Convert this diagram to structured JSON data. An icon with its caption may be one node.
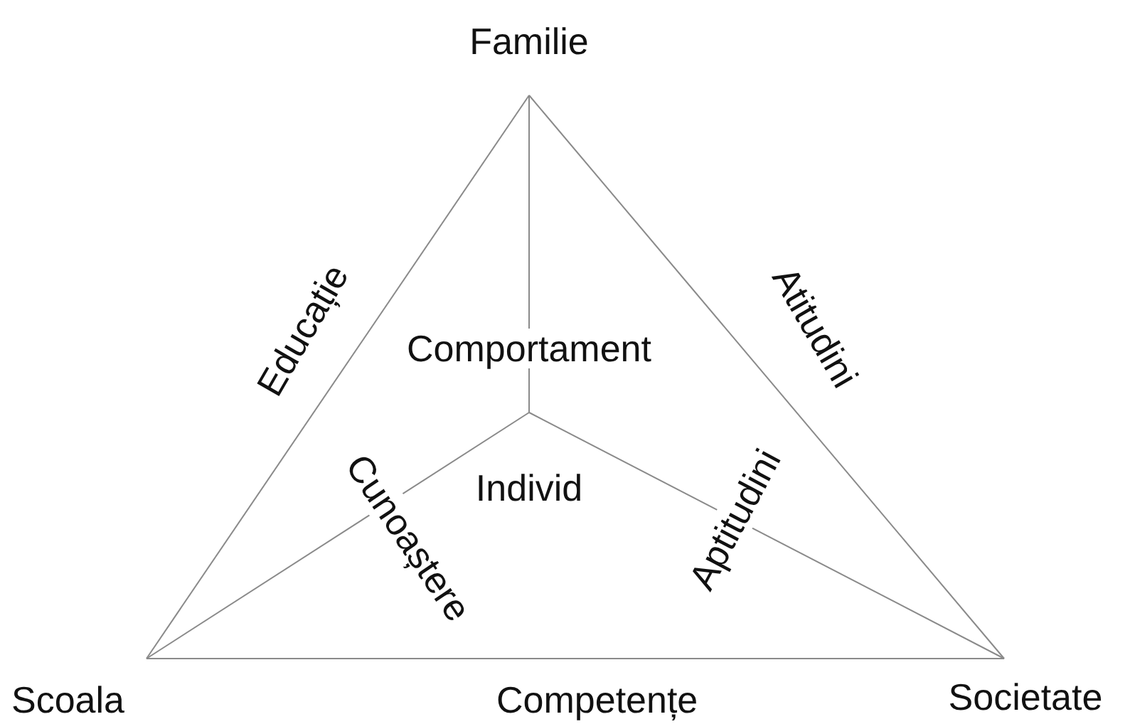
{
  "diagram": {
    "nodes": [
      {
        "text": [
          "Familie"
        ]
      },
      {
        "text": [
          "Individ"
        ]
      },
      {
        "text": [
          "Scoala"
        ]
      },
      {
        "text": [
          "Societate"
        ]
      }
    ],
    "edges": [
      {
        "from": 0,
        "to": 2,
        "arrow": "none",
        "label": "Educație"
      },
      {
        "from": 0,
        "to": 3,
        "arrow": "none",
        "label": "Atitudini"
      },
      {
        "from": 1,
        "to": 0,
        "arrow": "none",
        "label": "Comportament"
      },
      {
        "from": 1,
        "to": 2,
        "arrow": "none",
        "label": "Cunoaștere"
      },
      {
        "from": 1,
        "to": 3,
        "arrow": "none",
        "label": "Aptitudini"
      },
      {
        "from": 2,
        "to": 3,
        "arrow": "none",
        "label": "Competențe"
      }
    ]
  }
}
